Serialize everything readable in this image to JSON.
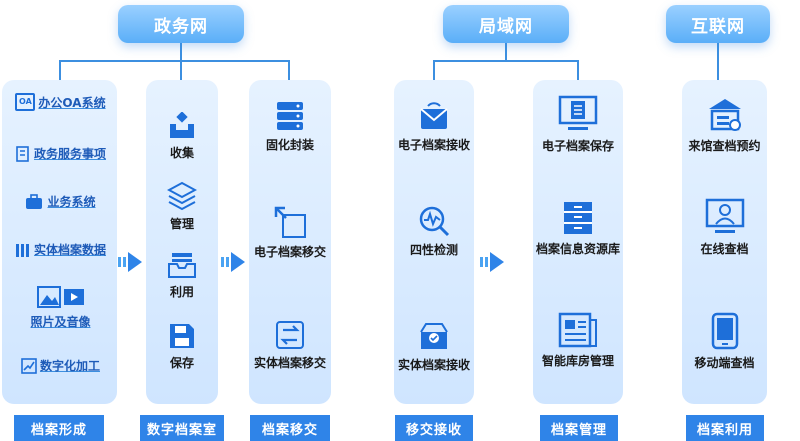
{
  "zones": {
    "gov": "政务网",
    "local": "局域网",
    "internet": "互联网"
  },
  "columns": {
    "formation": {
      "label": "档案形成",
      "items": [
        "办公OA系统",
        "政务服务事项",
        "业务系统",
        "实体档案数据",
        "照片及音像",
        "数字化加工"
      ]
    },
    "digital_room": {
      "label": "数字档案室",
      "items": [
        "收集",
        "管理",
        "利用",
        "保存"
      ]
    },
    "transfer": {
      "label": "档案移交",
      "items": [
        "固化封装",
        "电子档案移交",
        "实体档案移交"
      ]
    },
    "receive": {
      "label": "移交接收",
      "items": [
        "电子档案接收",
        "四性检测",
        "实体档案接收"
      ]
    },
    "management": {
      "label": "档案管理",
      "items": [
        "电子档案保存",
        "档案信息资源库",
        "智能库房管理"
      ]
    },
    "usage": {
      "label": "档案利用",
      "items": [
        "来馆查档预约",
        "在线查档",
        "移动端查档"
      ]
    }
  },
  "colors": {
    "primary": "#2f84e8",
    "icon_blue": "#1e6fd9",
    "card_bg": "#dcecff"
  },
  "icons": [
    "oa-icon",
    "service-icon",
    "briefcase-icon",
    "folders-icon",
    "photo-video-icon",
    "chart-icon",
    "collect-icon",
    "layers-icon",
    "inbox-icon",
    "save-icon",
    "server-icon",
    "transfer-icon",
    "exchange-icon",
    "mail-receive-icon",
    "search-pulse-icon",
    "box-check-icon",
    "monitor-doc-icon",
    "cabinet-icon",
    "newspaper-icon",
    "archive-building-icon",
    "online-user-icon",
    "mobile-icon"
  ]
}
